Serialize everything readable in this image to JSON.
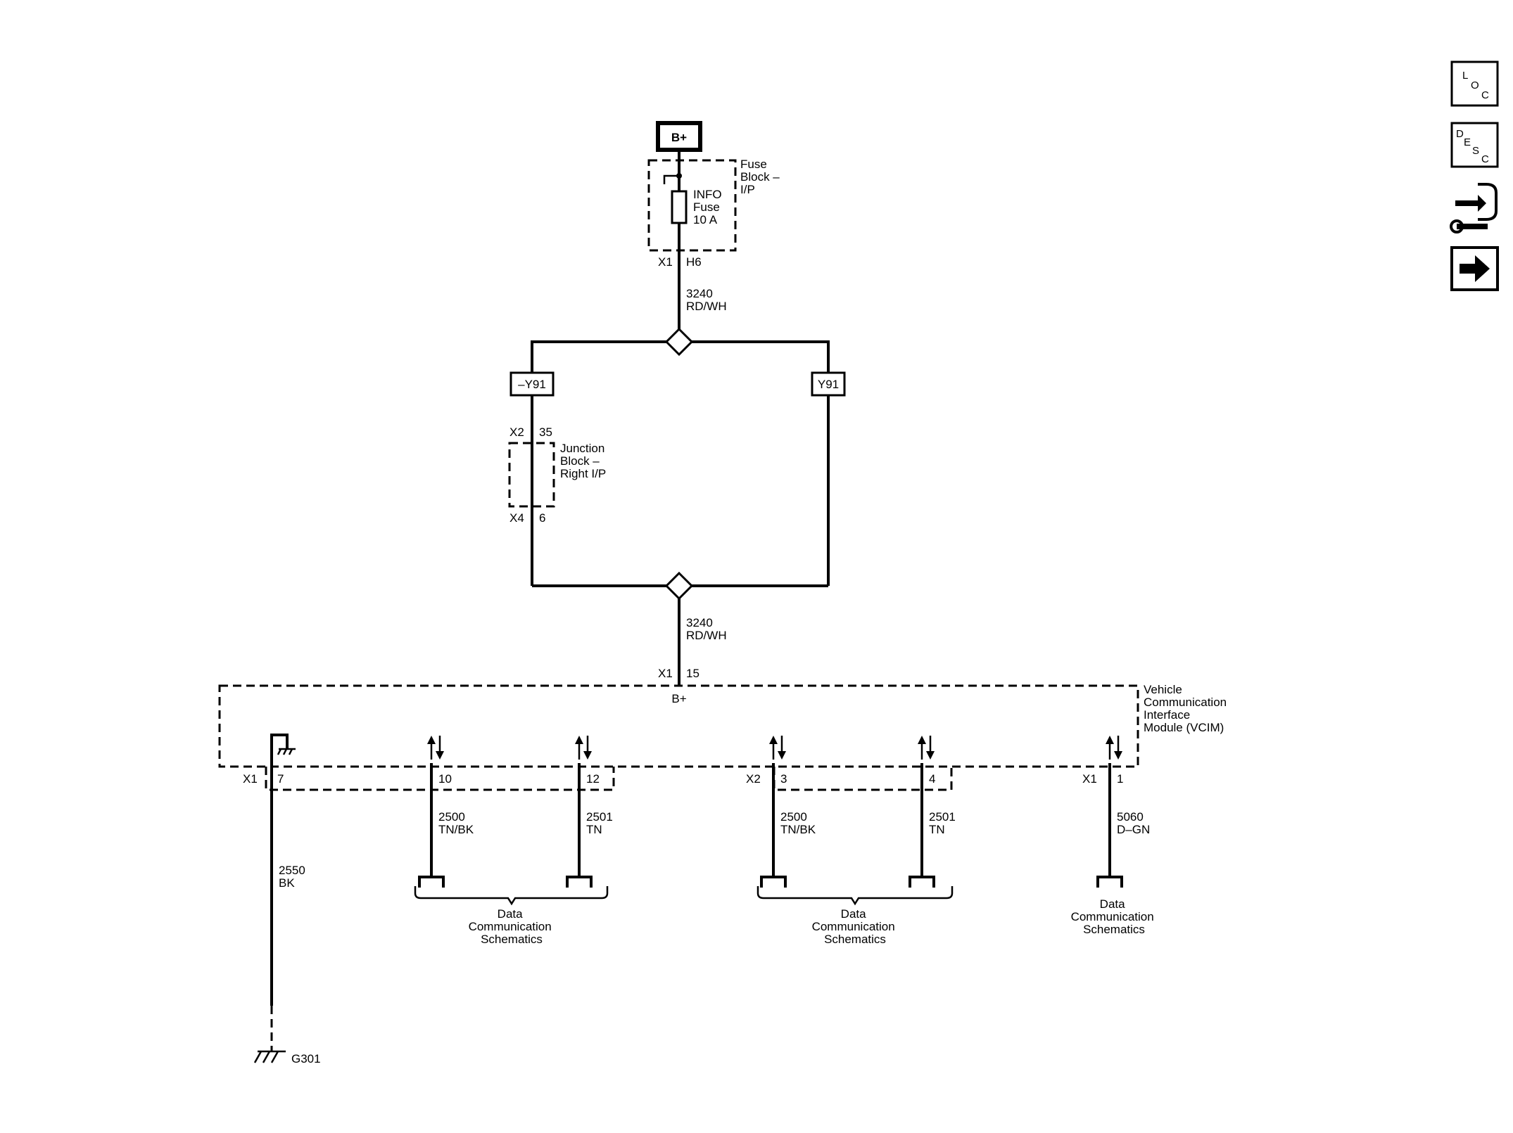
{
  "power": {
    "source": "B+"
  },
  "fuse_block": {
    "name_lines": [
      "Fuse",
      "Block –",
      "I/P"
    ],
    "fuse_lines": [
      "INFO",
      "Fuse",
      "10 A"
    ],
    "connector": "X1",
    "pin": "H6"
  },
  "wire_3240_top": {
    "circuit": "3240",
    "color": "RD/WH"
  },
  "wire_3240_bottom": {
    "circuit": "3240",
    "color": "RD/WH"
  },
  "option_left": "–Y91",
  "option_right": "Y91",
  "junction_block": {
    "name_lines": [
      "Junction",
      "Block –",
      "Right I/P"
    ],
    "top_connector": "X2",
    "top_pin": "35",
    "bottom_connector": "X4",
    "bottom_pin": "6"
  },
  "vcim": {
    "name_lines": [
      "Vehicle",
      "Communication",
      "Interface",
      "Module (VCIM)"
    ],
    "power_connector": "X1",
    "power_pin": "15",
    "power_label": "B+",
    "ground": {
      "connector": "X1",
      "pin": "7",
      "circuit": "2550",
      "color": "BK",
      "ground_id": "G301"
    },
    "pins": [
      {
        "connector": "",
        "pin": "10",
        "circuit": "2500",
        "color": "TN/BK"
      },
      {
        "connector": "",
        "pin": "12",
        "circuit": "2501",
        "color": "TN"
      },
      {
        "connector": "X2",
        "pin": "3",
        "circuit": "2500",
        "color": "TN/BK"
      },
      {
        "connector": "",
        "pin": "4",
        "circuit": "2501",
        "color": "TN"
      },
      {
        "connector": "X1",
        "pin": "1",
        "circuit": "5060",
        "color": "D–GN"
      }
    ]
  },
  "destinations": [
    {
      "lines": [
        "Data",
        "Communication",
        "Schematics"
      ]
    },
    {
      "lines": [
        "Data",
        "Communication",
        "Schematics"
      ]
    },
    {
      "lines": [
        "Data",
        "Communication",
        "Schematics"
      ]
    }
  ],
  "nav_buttons": [
    {
      "name": "location",
      "letters": [
        "L",
        "O",
        "C"
      ]
    },
    {
      "name": "description",
      "letters": [
        "D",
        "E",
        "S",
        "C"
      ]
    },
    {
      "name": "connector-end-view",
      "icon": "connector-wrench-icon"
    },
    {
      "name": "next-page",
      "icon": "arrow-right-icon"
    }
  ]
}
